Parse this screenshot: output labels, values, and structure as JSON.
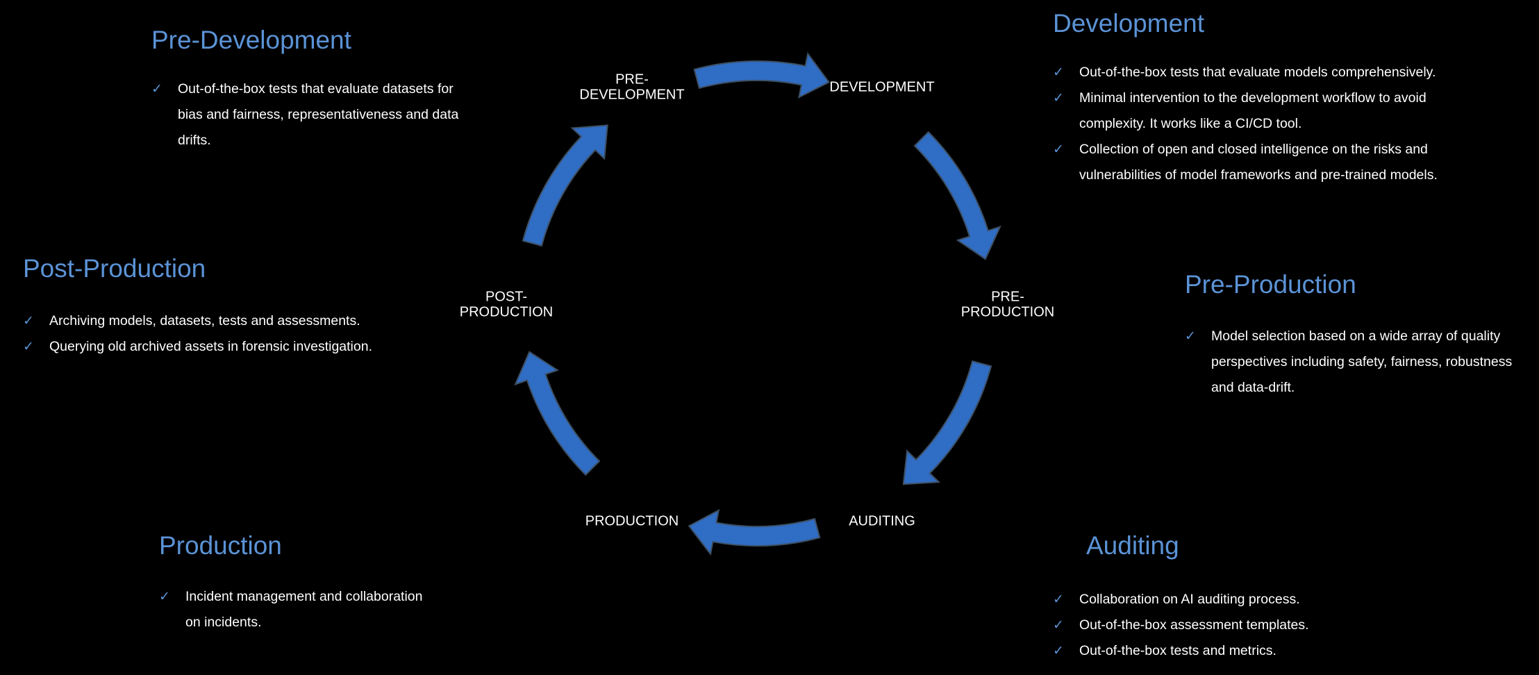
{
  "colors": {
    "background": "#000000",
    "accent": "#5b93d6",
    "arrow_fill": "#306dc4",
    "arrow_stroke": "#3d4f63",
    "text": "#ffffff"
  },
  "cycle": {
    "stages": [
      {
        "lines": [
          "PRE-",
          "DEVELOPMENT"
        ]
      },
      {
        "lines": [
          "DEVELOPMENT"
        ]
      },
      {
        "lines": [
          "PRE-",
          "PRODUCTION"
        ]
      },
      {
        "lines": [
          "AUDITING"
        ]
      },
      {
        "lines": [
          "PRODUCTION"
        ]
      },
      {
        "lines": [
          "POST-",
          "PRODUCTION"
        ]
      }
    ]
  },
  "sections": {
    "pre_development": {
      "title": "Pre-Development",
      "check_icon": "✓",
      "bullets": [
        [
          "Out-of-the-box tests that evaluate datasets for",
          "bias and fairness, representativeness and data",
          "drifts."
        ]
      ]
    },
    "development": {
      "title": "Development",
      "check_icon": "✓",
      "bullets": [
        [
          "Out-of-the-box tests that evaluate models comprehensively."
        ],
        [
          "Minimal intervention to the development workflow to avoid",
          "complexity. It works like a CI/CD tool."
        ],
        [
          "Collection of open and closed intelligence on the risks and",
          "vulnerabilities of model frameworks and pre-trained models."
        ]
      ]
    },
    "post_production": {
      "title": "Post-Production",
      "check_icon": "✓",
      "bullets": [
        [
          "Archiving models, datasets, tests and assessments."
        ],
        [
          "Querying old archived assets in forensic investigation."
        ]
      ]
    },
    "pre_production": {
      "title": "Pre-Production",
      "check_icon": "✓",
      "bullets": [
        [
          "Model selection based on a wide array of quality",
          "perspectives including safety, fairness, robustness",
          "and data-drift."
        ]
      ]
    },
    "production": {
      "title": "Production",
      "check_icon": "✓",
      "bullets": [
        [
          "Incident management and collaboration",
          "on incidents."
        ]
      ]
    },
    "auditing": {
      "title": "Auditing",
      "check_icon": "✓",
      "bullets": [
        [
          "Collaboration on AI auditing process."
        ],
        [
          "Out-of-the-box assessment templates."
        ],
        [
          "Out-of-the-box tests and metrics."
        ]
      ]
    }
  }
}
